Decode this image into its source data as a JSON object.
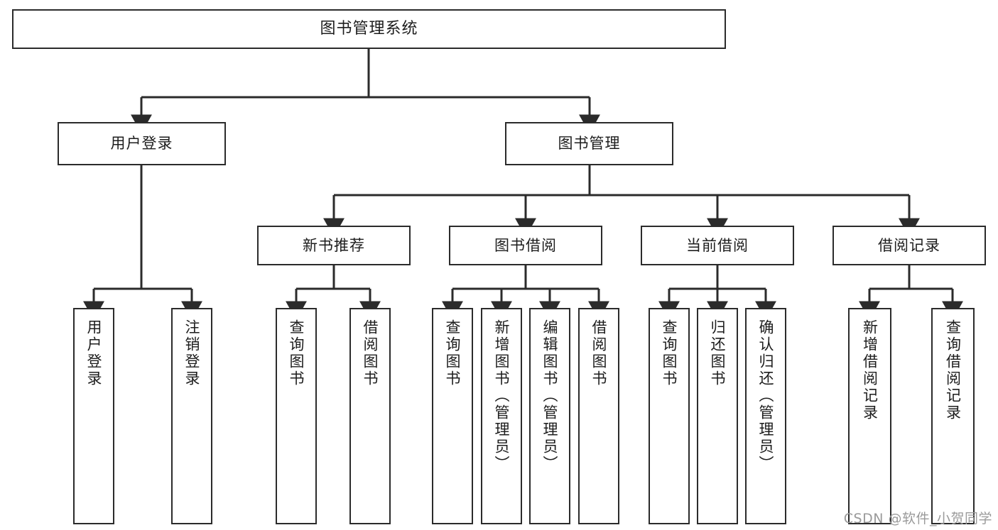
{
  "diagram": {
    "title": "图书管理系统",
    "type": "tree-structure-chart",
    "watermark": "CSDN @软件_小贺同学",
    "colors": {
      "box_border": "#2b2b2b",
      "box_fill": "#ffffff",
      "connector": "#2b2b2b",
      "text": "#1d1d1d",
      "watermark": "#9a9a9a"
    }
  },
  "nodes": {
    "root": {
      "label": "图书管理系统"
    },
    "level2": [
      {
        "id": "user-login",
        "label": "用户登录"
      },
      {
        "id": "book-manage",
        "label": "图书管理"
      }
    ],
    "level3": [
      {
        "id": "new-book-recommend",
        "label": "新书推荐"
      },
      {
        "id": "book-borrow",
        "label": "图书借阅"
      },
      {
        "id": "current-borrow",
        "label": "当前借阅"
      },
      {
        "id": "borrow-record",
        "label": "借阅记录"
      }
    ],
    "leaves": {
      "user_login": [
        {
          "id": "leaf-user-login",
          "label": "用户登录"
        },
        {
          "id": "leaf-logout-login",
          "label": "注销登录"
        }
      ],
      "new_book_recommend": [
        {
          "id": "leaf-query-book-1",
          "label": "查询图书"
        },
        {
          "id": "leaf-borrow-book-1",
          "label": "借阅图书"
        }
      ],
      "book_borrow": [
        {
          "id": "leaf-query-book-2",
          "label": "查询图书"
        },
        {
          "id": "leaf-add-book",
          "label": "新增图书（管理员）"
        },
        {
          "id": "leaf-edit-book",
          "label": "编辑图书（管理员）"
        },
        {
          "id": "leaf-borrow-book-2",
          "label": "借阅图书"
        }
      ],
      "current_borrow": [
        {
          "id": "leaf-query-book-3",
          "label": "查询图书"
        },
        {
          "id": "leaf-return-book",
          "label": "归还图书"
        },
        {
          "id": "leaf-confirm-return",
          "label": "确认归还（管理员）"
        }
      ],
      "borrow_record": [
        {
          "id": "leaf-add-record",
          "label": "新增借阅记录"
        },
        {
          "id": "leaf-query-record",
          "label": "查询借阅记录"
        }
      ]
    }
  }
}
